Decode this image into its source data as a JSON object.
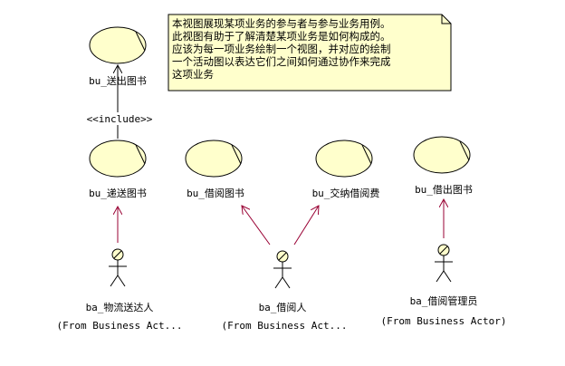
{
  "note": {
    "lines": [
      "本视图展现某项业务的参与者与参与业务用例。",
      "此视图有助于了解清楚某项业务是如何构成的。",
      "应该为每一项业务绘制一个视图，并对应的绘制",
      "一个活动图以表达它们之间如何通过协作来完成",
      "这项业务"
    ]
  },
  "use_cases": [
    {
      "id": "uc-songchu",
      "label": "bu_送出图书"
    },
    {
      "id": "uc-dijiao",
      "label": "bu_递送图书"
    },
    {
      "id": "uc-jieyue",
      "label": "bu_借阅图书"
    },
    {
      "id": "uc-jiaona",
      "label": "bu_交纳借阅费"
    },
    {
      "id": "uc-jiechu",
      "label": "bu_借出图书"
    }
  ],
  "actors": [
    {
      "id": "actor-wuliu",
      "label": "ba_物流送达人",
      "from": "(From Business Act..."
    },
    {
      "id": "actor-jieyue",
      "label": "ba_借阅人",
      "from": "(From Business Act..."
    },
    {
      "id": "actor-guanli",
      "label": "ba_借阅管理员",
      "from": "(From Business Actor)"
    }
  ],
  "include_label": "<<include>>",
  "colors": {
    "usecase_fill": "#ffffcc",
    "actor_head_fill": "#ffffcc",
    "note_fill": "#ffffcc",
    "arrow": "#990033",
    "line": "#000000"
  }
}
